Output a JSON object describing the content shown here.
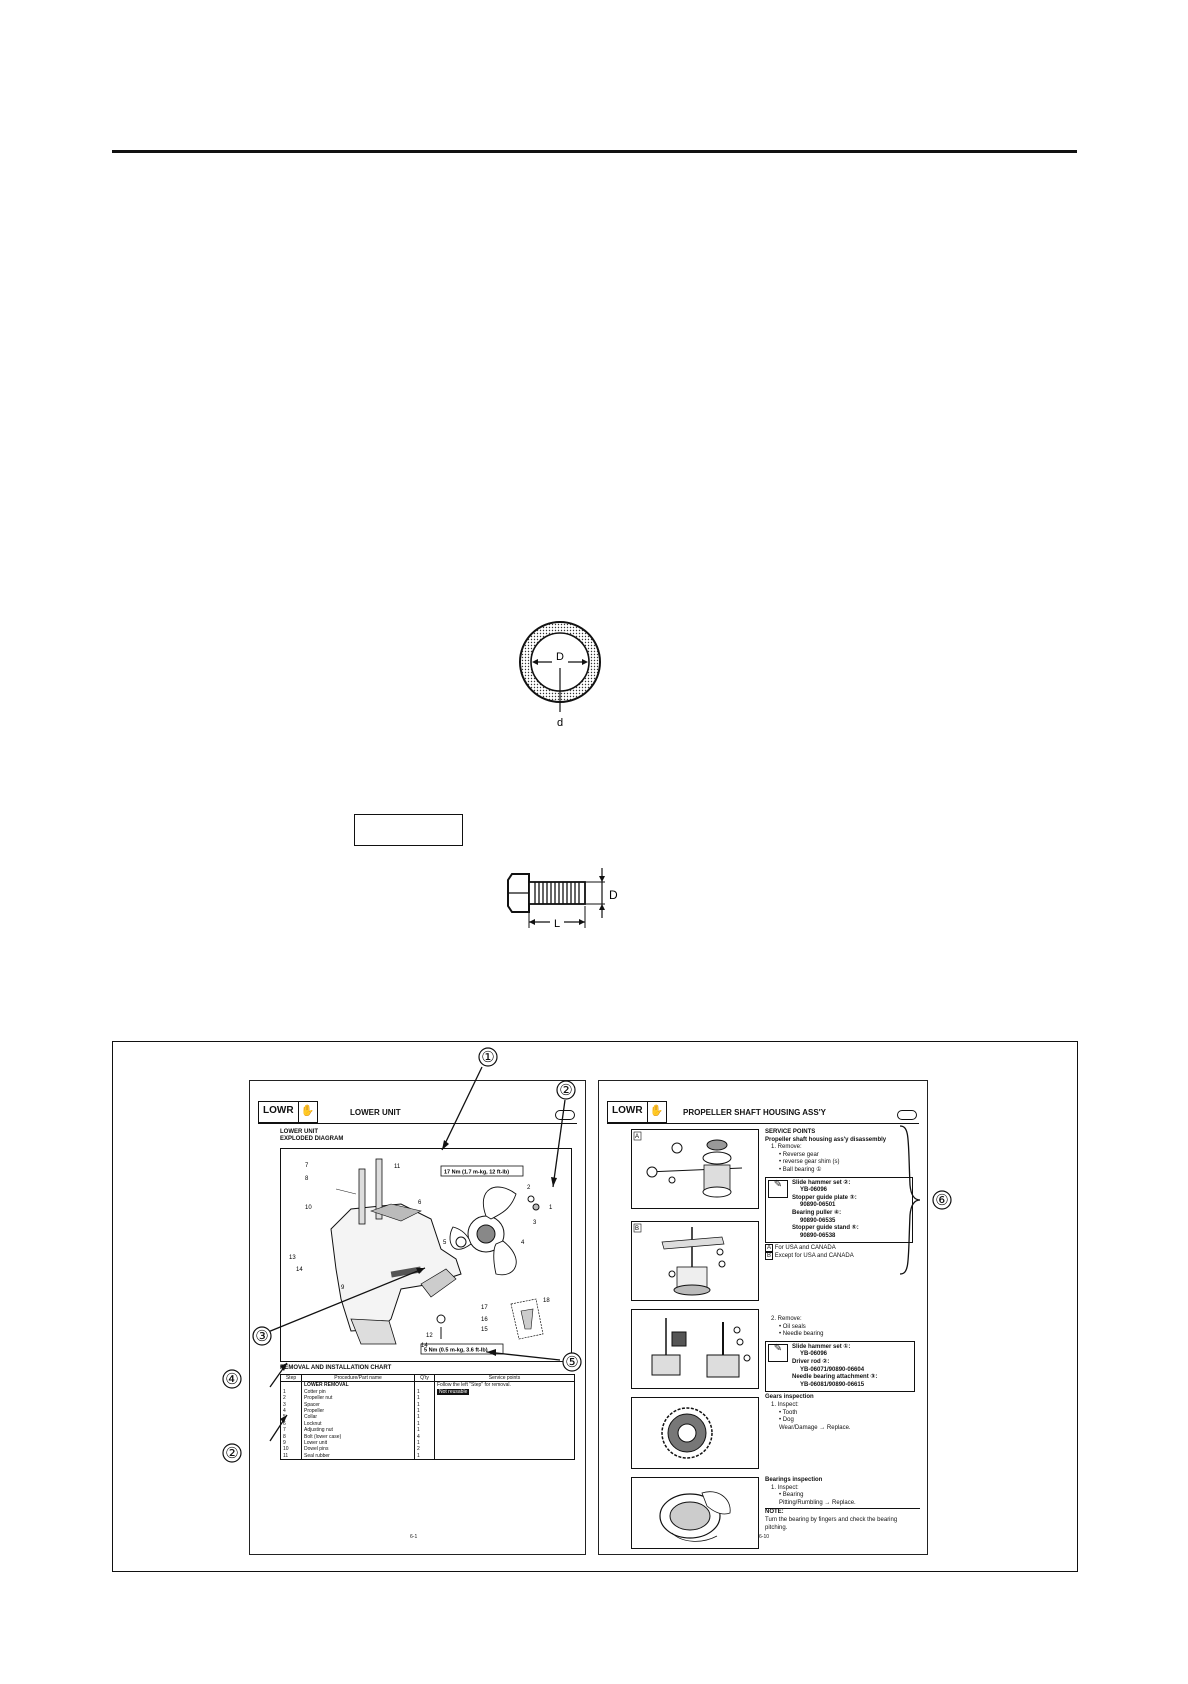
{
  "figures": {
    "ring_diameter_label": "D",
    "ring_wire_label": "d",
    "bolt_diameter_label": "D",
    "bolt_length_label": "L"
  },
  "callouts": [
    "①",
    "②",
    "③",
    "④",
    "⑤",
    "⑥",
    "②"
  ],
  "left_page": {
    "section_tag": "LOWR",
    "header_title": "LOWER UNIT",
    "heading": "LOWER UNIT",
    "subheading": "EXPLODED DIAGRAM",
    "torque_top": "17 Nm (1.7 m-kg, 12 ft-lb)",
    "torque_bottom": "5 Nm (0.5 m-kg, 3.6 ft-lb)",
    "part_numbers": [
      "7",
      "8",
      "11",
      "10",
      "6",
      "2",
      "1",
      "3",
      "4",
      "5",
      "13",
      "14",
      "9",
      "12",
      "14",
      "17",
      "16",
      "15",
      "18"
    ],
    "chart_title": "REMOVAL AND INSTALLATION CHART",
    "columns": [
      "Step",
      "Procedure/Part name",
      "Q'ty",
      "Service points"
    ],
    "group_title": "LOWER REMOVAL",
    "service_note": "Follow the left \"Step\" for removal.",
    "service_badge": "Not reusable",
    "rows": [
      {
        "step": "1",
        "name": "Cotter pin",
        "qty": "1"
      },
      {
        "step": "2",
        "name": "Propeller nut",
        "qty": "1"
      },
      {
        "step": "3",
        "name": "Spacer",
        "qty": "1"
      },
      {
        "step": "4",
        "name": "Propeller",
        "qty": "1"
      },
      {
        "step": "5",
        "name": "Collar",
        "qty": "1"
      },
      {
        "step": "6",
        "name": "Locknut",
        "qty": "1"
      },
      {
        "step": "7",
        "name": "Adjusting nut",
        "qty": "1"
      },
      {
        "step": "8",
        "name": "Bolt (lower case)",
        "qty": "4"
      },
      {
        "step": "9",
        "name": "Lower unit",
        "qty": "1"
      },
      {
        "step": "10",
        "name": "Dowel pins",
        "qty": "2"
      },
      {
        "step": "11",
        "name": "Seal rubber",
        "qty": "1"
      }
    ],
    "page_number": "6-1"
  },
  "right_page": {
    "section_tag": "LOWR",
    "header_title": "PROPELLER SHAFT HOUSING ASS'Y",
    "figure_a_label": "A",
    "figure_b_label": "B",
    "service_points_title": "SERVICE POINTS",
    "disassembly_title": "Propeller shaft housing ass'y disassembly",
    "step1": "1. Remove:",
    "step1_items": [
      "• Reverse gear",
      "• reverse gear shim (s)",
      "• Ball bearing ①"
    ],
    "tools1": [
      {
        "name": "Slide hammer set ②:",
        "code": "YB-06096"
      },
      {
        "name": "Stopper guide plate ③:",
        "code": "90890-06501"
      },
      {
        "name": "Bearing puller ④:",
        "code": "90890-06535"
      },
      {
        "name": "Stopper guide stand ⑤:",
        "code": "90890-06538"
      }
    ],
    "note_a": "For USA and CANADA",
    "note_b": "Except for USA and CANADA",
    "step2": "2. Remove:",
    "step2_items": [
      "• Oil seals",
      "• Needle bearing"
    ],
    "tools2": [
      {
        "name": "Slide hammer set ①:",
        "code": "YB-06096"
      },
      {
        "name": "Driver rod ②:",
        "code": "YB-06071/90890-06604"
      },
      {
        "name": "Needle bearing attachment ③:",
        "code": "YB-06081/90890-06615"
      }
    ],
    "gears_title": "Gears inspection",
    "gears_step": "1. Inspect:",
    "gears_items": [
      "• Tooth",
      "• Dog"
    ],
    "gears_result": "Wear/Damage → Replace.",
    "bearings_title": "Bearings inspection",
    "bearings_step": "1. Inspect:",
    "bearings_items": [
      "• Bearing"
    ],
    "bearings_result": "Pitting/Rumbling → Replace.",
    "note_label": "NOTE:",
    "note_text": "Turn the bearing by fingers and check the bearing pitching.",
    "page_number": "6-10"
  }
}
